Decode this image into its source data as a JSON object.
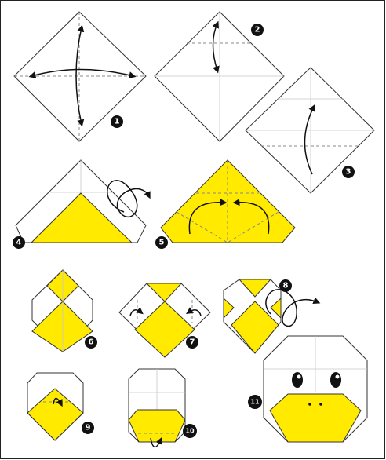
{
  "diagram": {
    "title": "",
    "step_numbers": [
      "1",
      "2",
      "3",
      "4",
      "5",
      "6",
      "7",
      "8",
      "9",
      "10",
      "11"
    ]
  },
  "colors": {
    "paper": "#ffffff",
    "yellow": "#ffea00",
    "outline": "#333333",
    "arrow": "#111111"
  }
}
